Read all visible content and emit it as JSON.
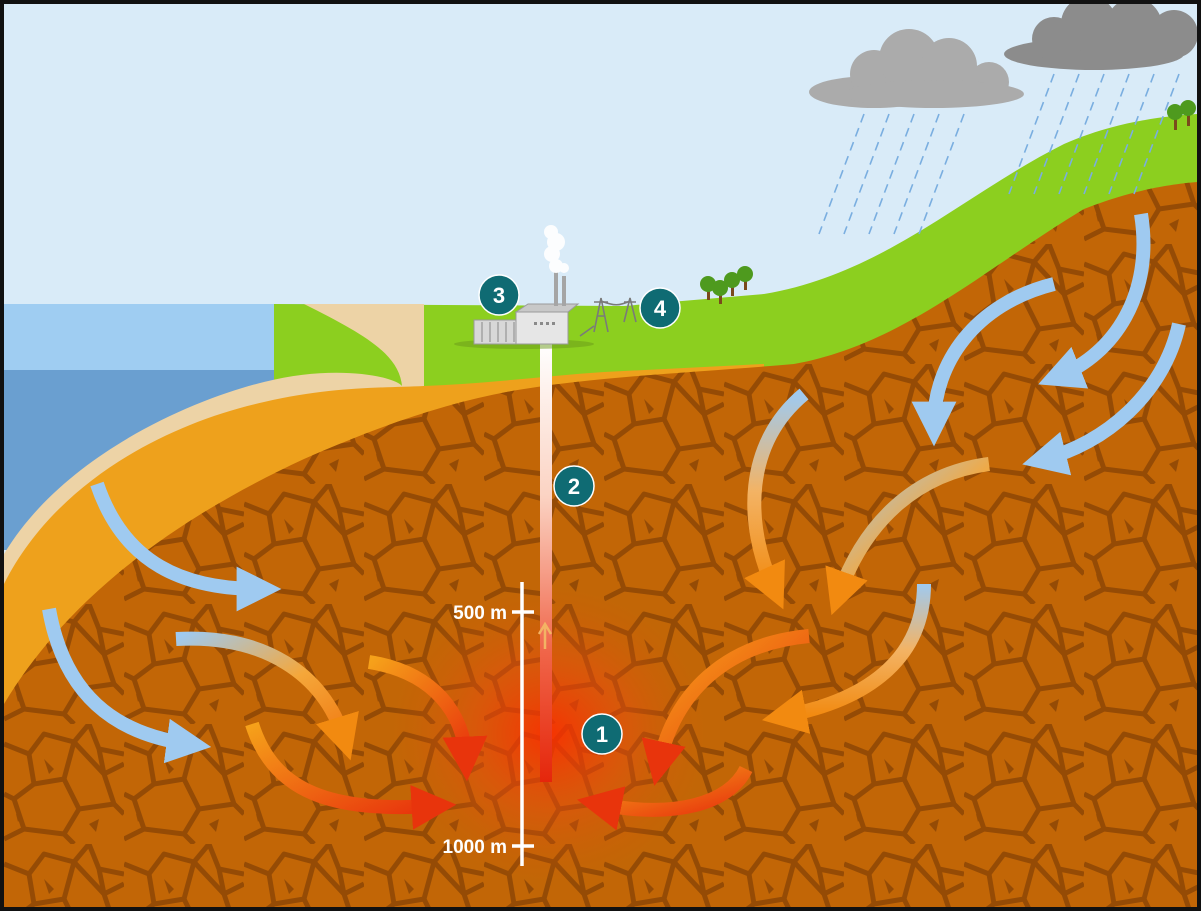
{
  "diagram": {
    "steps": [
      {
        "number": "1"
      },
      {
        "number": "2"
      },
      {
        "number": "3"
      },
      {
        "number": "4"
      }
    ],
    "depth_scale": {
      "labels": [
        "500 m",
        "1000 m"
      ]
    },
    "colors": {
      "sky": "#d9ebf8",
      "sea_light": "#9fcdf2",
      "sea_deep": "#6a9fd0",
      "grass": "#8ccf1f",
      "sand": "#edd3a6",
      "aquifer": "#eea11c",
      "bedrock": "#c26606",
      "rock_crack": "#934a05",
      "badge": "#0f6b73",
      "cold_water_arrow": "#9fcaf0",
      "hot_water_arrow": "#ee3a12"
    },
    "icons": [
      "power-plant-icon",
      "transmission-tower-icon",
      "tree-icon",
      "rain-cloud-icon",
      "steam-plume-icon"
    ]
  }
}
